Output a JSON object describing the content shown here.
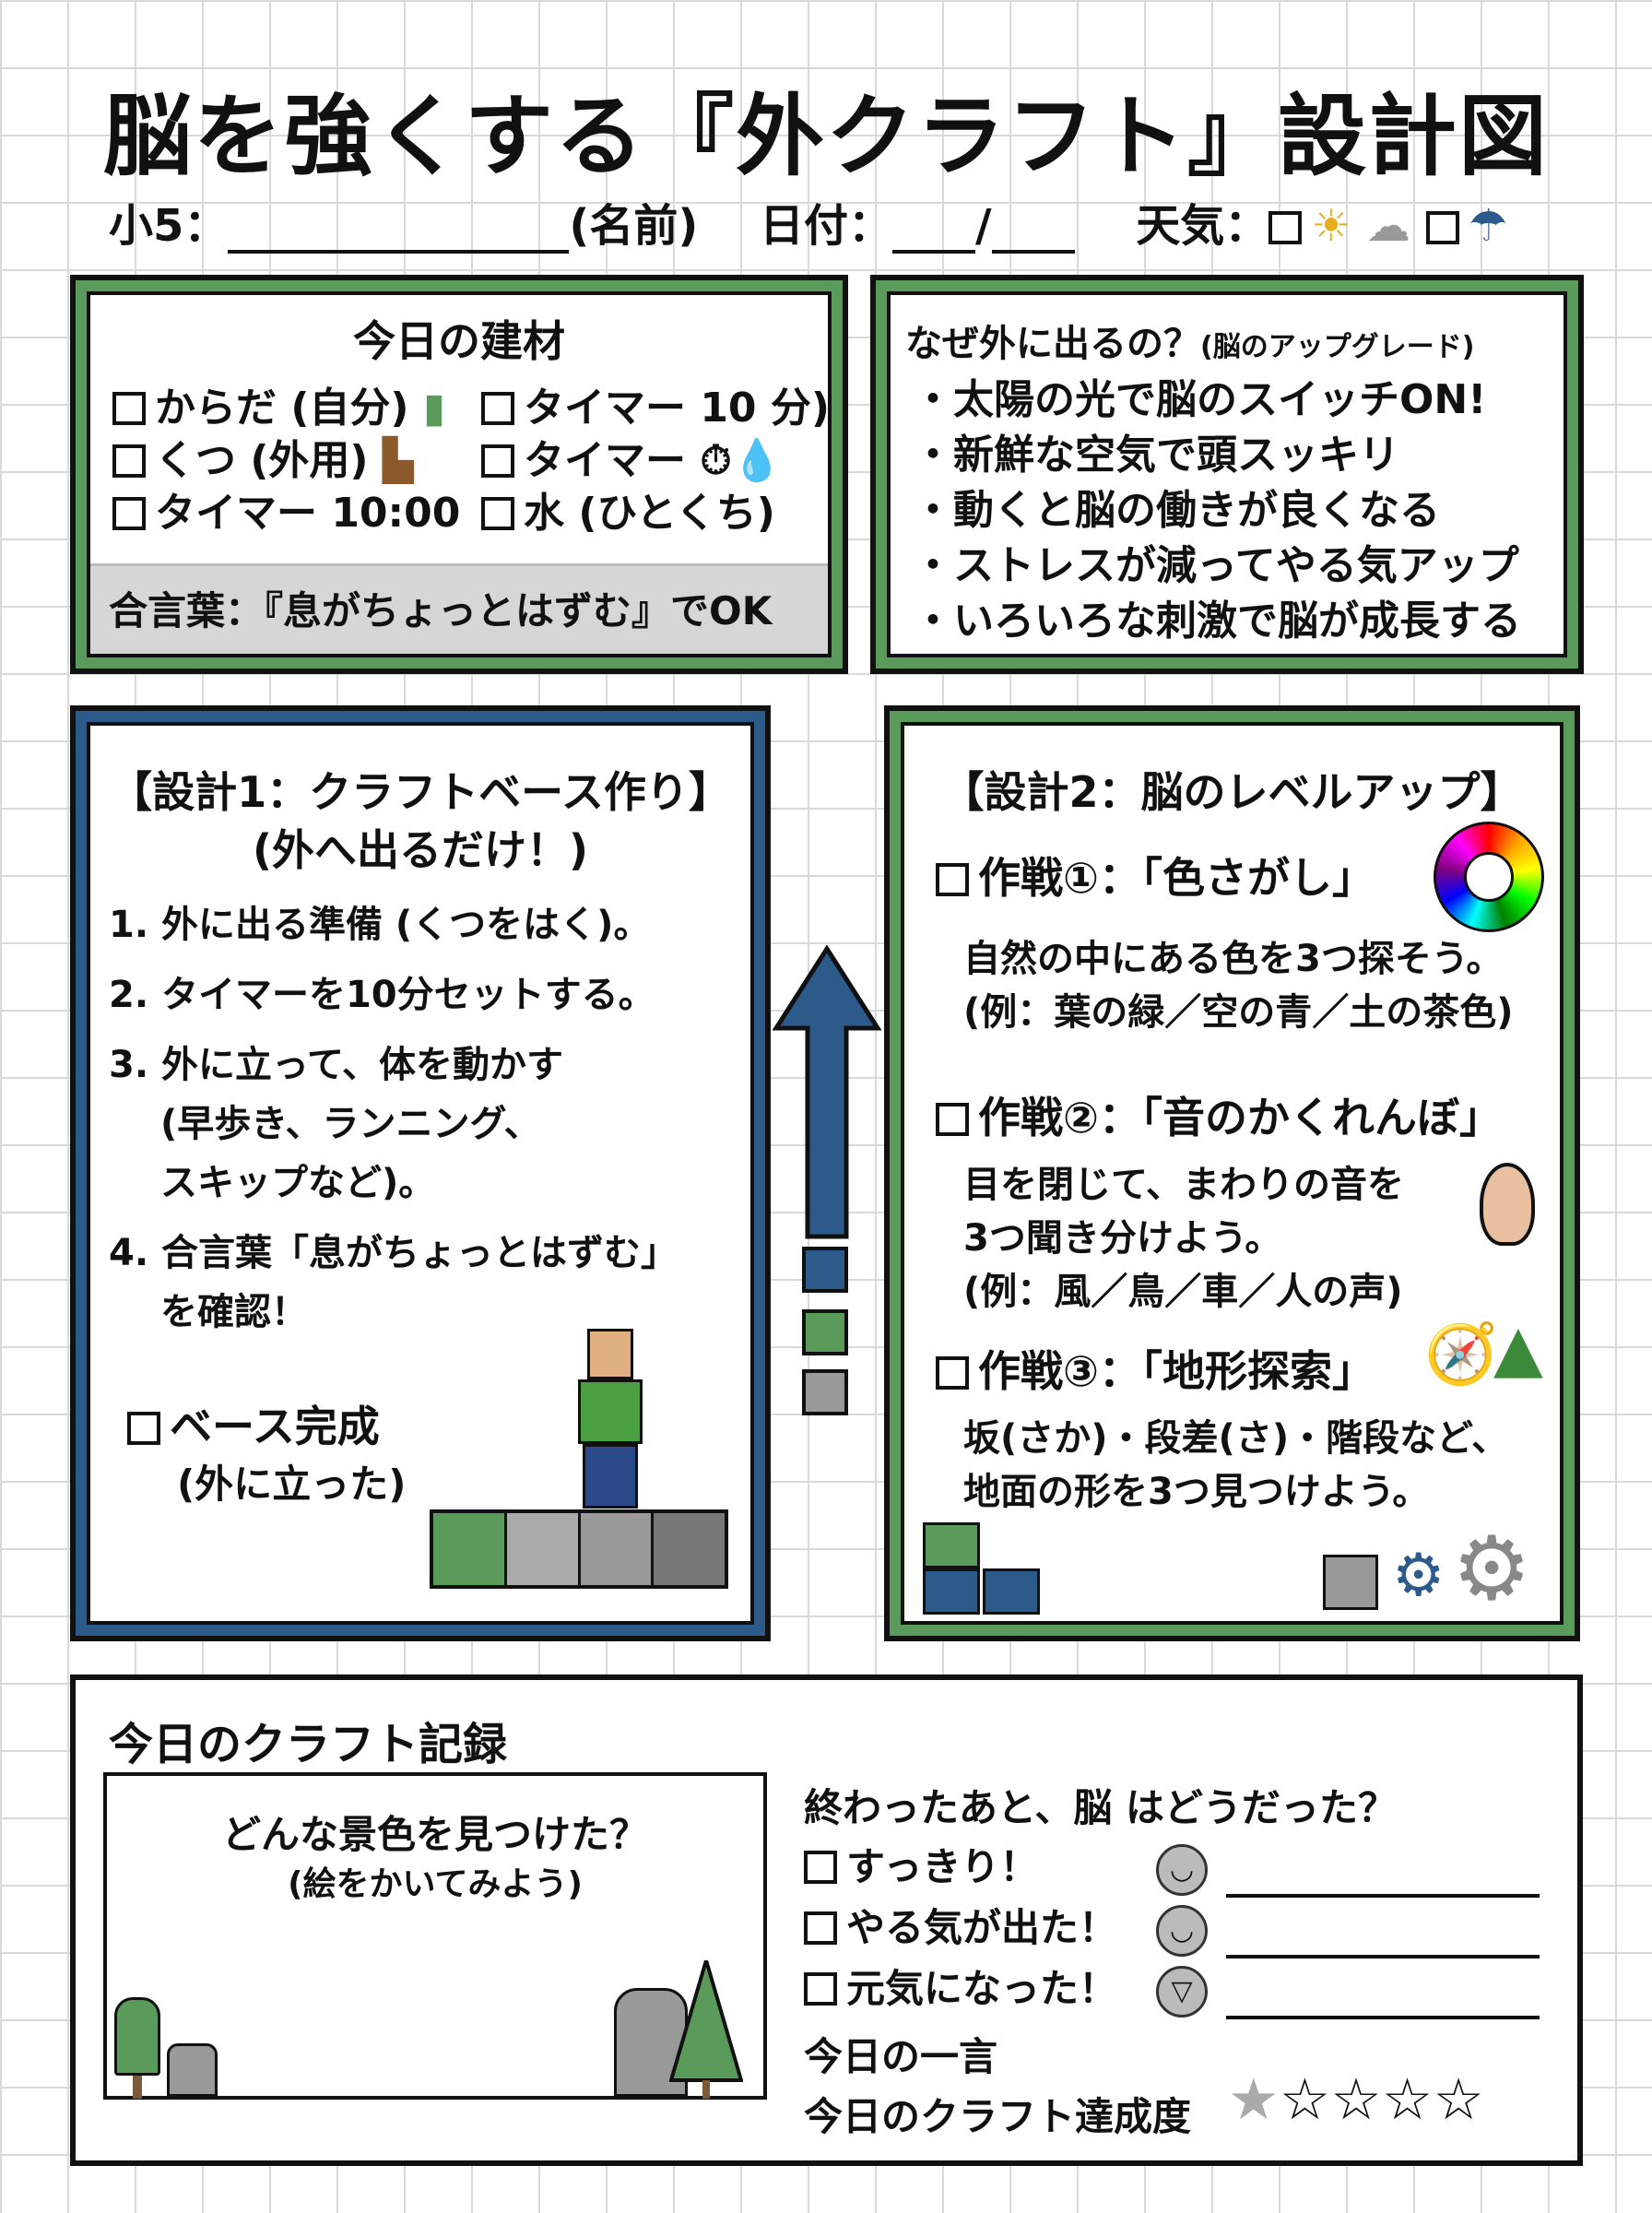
{
  "title": "脳を強くする『外クラフト』設計図",
  "info": {
    "grade": "小5：",
    "name_label": "(名前)",
    "date_label": "日付：",
    "date_sep": "/",
    "weather_label": "天気：",
    "weather_icons": [
      "sun-icon",
      "cloud-icon",
      "umbrella-icon"
    ]
  },
  "materials": {
    "heading": "今日の建材",
    "items": [
      "からだ (自分)",
      "タイマー 10 分)",
      "くつ (外用)",
      "タイマー",
      "タイマー 10:00",
      "水 (ひとくち)"
    ],
    "password": "合言葉：『息がちょっとはずむ』でOK"
  },
  "why": {
    "heading": "なぜ外に出るの？",
    "sub": "(脳のアップグレード)",
    "items": [
      "・太陽の光で脳のスイッチON!",
      "・新鮮な空気で頭スッキリ",
      "・動くと脳の働きが良くなる",
      "・ストレスが減ってやる気アップ",
      "・いろいろな刺激で脳が成長する"
    ]
  },
  "design1": {
    "heading": "【設計1：クラフトベース作り】",
    "sub": "(外へ出るだけ！)",
    "steps": [
      "1. 外に出る準備 (くつをはく)。",
      "2. タイマーを10分セットする。",
      "3. 外に立って、体を動かす",
      "(早歩き、ランニング、",
      "スキップなど)。",
      "4. 合言葉「息がちょっとはずむ」",
      "を確認！"
    ],
    "check": "ベース完成",
    "check_sub": "(外に立った)"
  },
  "design2": {
    "heading": "【設計2：脳のレベルアップ】",
    "missions": [
      {
        "title": "作戦①：「色さがし」",
        "lines": [
          "自然の中にある色を3つ探そう。",
          "(例：葉の緑／空の青／土の茶色)"
        ]
      },
      {
        "title": "作戦②：「音のかくれんぼ」",
        "lines": [
          "目を閉じて、まわりの音を",
          "3つ聞き分けよう。",
          "(例：風／鳥／車／人の声)"
        ]
      },
      {
        "title": "作戦③：「地形探索」",
        "lines": [
          "坂(さか)・段差(さ)・階段など、",
          "地面の形を3つ見つけよう。"
        ]
      }
    ]
  },
  "record": {
    "heading": "今日のクラフト記録",
    "draw_title": "どんな景色を見つけた？",
    "draw_sub": "(絵をかいてみよう)",
    "question": "終わったあと、脳 はどうだった？",
    "options": [
      "すっきり！",
      "やる気が出た！",
      "元気になった！"
    ],
    "word": "今日の一言",
    "rating_label": "今日のクラフト達成度",
    "rating": 1,
    "rating_max": 5
  },
  "colors": {
    "green": "#5a9a5a",
    "blue": "#2c5a8a",
    "gray": "#999999"
  }
}
